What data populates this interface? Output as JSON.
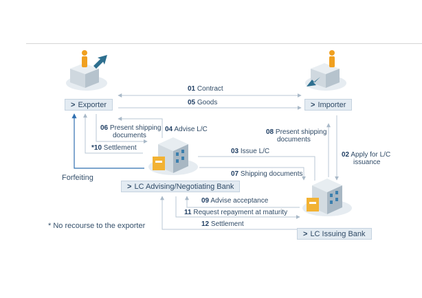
{
  "nodes": {
    "exporter": {
      "chevron": ">",
      "label": "Exporter"
    },
    "importer": {
      "chevron": ">",
      "label": "Importer"
    },
    "advising_bank": {
      "chevron": ">",
      "label": "LC Advising/Negotiating Bank"
    },
    "issuing_bank": {
      "chevron": ">",
      "label": "LC Issuing Bank"
    }
  },
  "steps": {
    "s01": {
      "num": "01",
      "text": "Contract"
    },
    "s05": {
      "num": "05",
      "text": "Goods"
    },
    "s06": {
      "num": "06",
      "line1": "Present shipping",
      "line2": "documents"
    },
    "s04": {
      "num": "04",
      "text": "Advise L/C"
    },
    "s10": {
      "num": "*10",
      "text": "Settlement"
    },
    "s03": {
      "num": "03",
      "text": "Issue L/C"
    },
    "s08": {
      "num": "08",
      "line1": "Present shipping",
      "line2": "documents"
    },
    "s02": {
      "num": "02",
      "line1": "Apply for L/C",
      "line2": "issuance"
    },
    "s07": {
      "num": "07",
      "text": "Shipping documents"
    },
    "s09": {
      "num": "09",
      "text": "Advise acceptance"
    },
    "s11": {
      "num": "11",
      "text": "Request repayment at maturity"
    },
    "s12": {
      "num": "12",
      "text": "Settlement"
    }
  },
  "forfeiting": "Forfeiting",
  "footnote": "* No recourse to the exporter",
  "colors": {
    "line": "#b9c7d4",
    "accent": "#2d6f8f",
    "bank_arrow": "#2f6fb0",
    "person": "#f0a020"
  }
}
